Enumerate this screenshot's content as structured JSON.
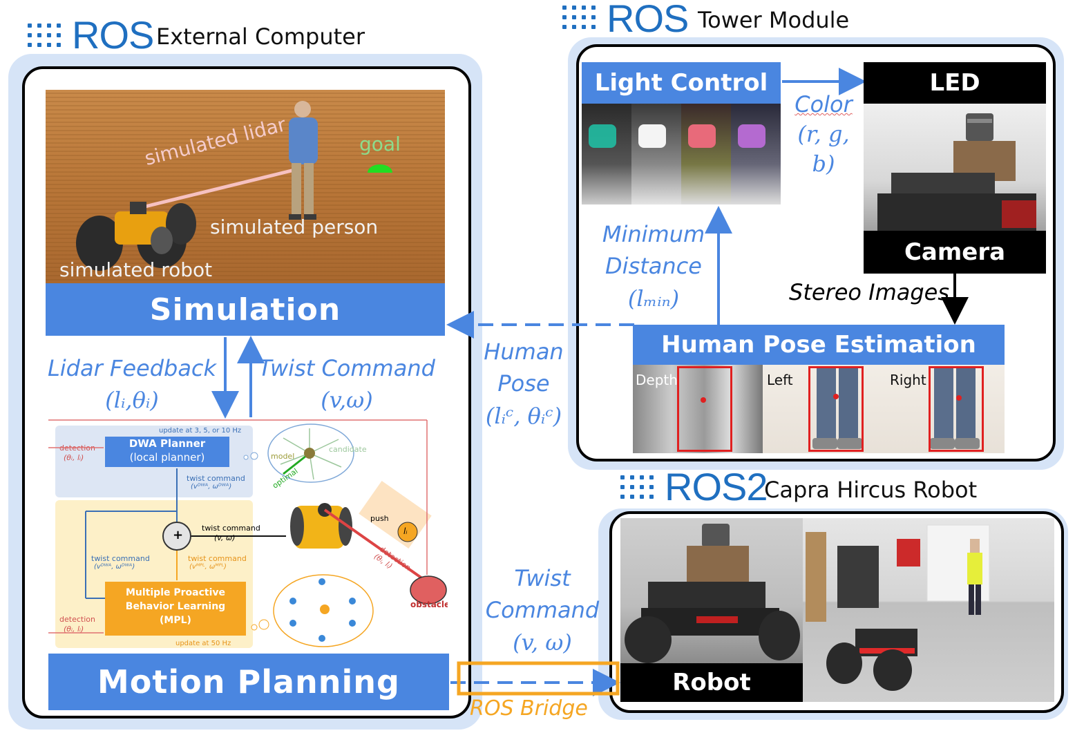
{
  "sections": {
    "external": {
      "ros": "ROS",
      "caption": "External Computer"
    },
    "tower": {
      "ros": "ROS",
      "caption": "Tower Module"
    },
    "robot": {
      "ros": "ROS2",
      "caption": "Capra Hircus Robot"
    }
  },
  "simulation": {
    "title": "Simulation",
    "labels": {
      "lidar": "simulated lidar",
      "goal": "goal",
      "person": "simulated person",
      "robot": "simulated robot"
    }
  },
  "feedback": {
    "lidar_label": "Lidar Feedback",
    "lidar_math": "(lᵢ,θᵢ)",
    "twist_label": "Twist Command",
    "twist_math": "(v,ω)"
  },
  "planner_diagram": {
    "update_top": "update at 3, 5, or 10 Hz",
    "detection": "detection",
    "detection_math": "(θᵢ, lᵢ)",
    "dwa_line1": "DWA Planner",
    "dwa_line2": "(local planner)",
    "model": "model",
    "candidate": "candidate",
    "optimal": "optimal",
    "twist_dwa": "twist command",
    "twist_dwa_math": "(vᴰᵂᴬ, ωᴰᵂᴬ)",
    "plus": "+",
    "twist_cmd": "twist command",
    "twist_cmd_math": "(v, ω)",
    "twist_left": "twist command",
    "twist_left_math": "(vᴰᵂᴬ, ωᴰᵂᴬ)",
    "twist_mpl": "twist command",
    "twist_mpl_math": "(vᴹᴾᴸ, ωᴹᴾᴸ)",
    "mpl_line1": "Multiple Proactive",
    "mpl_line2": "Behavior Learning",
    "mpl_line3": "(MPL)",
    "update_bottom": "update at 50 Hz",
    "push": "push",
    "li": "lᵢ",
    "obstacle": "obstacle",
    "detection_right": "detection",
    "detection_right_math": "(θᵢ, lᵢ)"
  },
  "motion_planning": {
    "title": "Motion Planning"
  },
  "light_control": {
    "title": "Light Control"
  },
  "led": {
    "title": "LED"
  },
  "camera": {
    "title": "Camera"
  },
  "color_label": {
    "word": "Color",
    "math": "(r, g, b)"
  },
  "min_distance": {
    "line1": "Minimum",
    "line2": "Distance",
    "math": "(lₘᵢₙ)"
  },
  "stereo_label": "Stereo Images",
  "hpe": {
    "title": "Human Pose Estimation",
    "depth": "Depth",
    "left": "Left",
    "right": "Right"
  },
  "human_pose": {
    "line1": "Human",
    "line2": "Pose",
    "math": "(lᵢᶜ, θᵢᶜ)"
  },
  "twist_bridge": {
    "line1": "Twist",
    "line2": "Command",
    "math": "(v, ω)"
  },
  "ros_bridge": "ROS Bridge",
  "robot_label": "Robot",
  "colors": {
    "ros_blue": "#1f6fc0",
    "bar_blue": "#4a86e0",
    "panel_bg": "#d6e4f7",
    "orange": "#f5a623",
    "red_box": "#e02020"
  }
}
